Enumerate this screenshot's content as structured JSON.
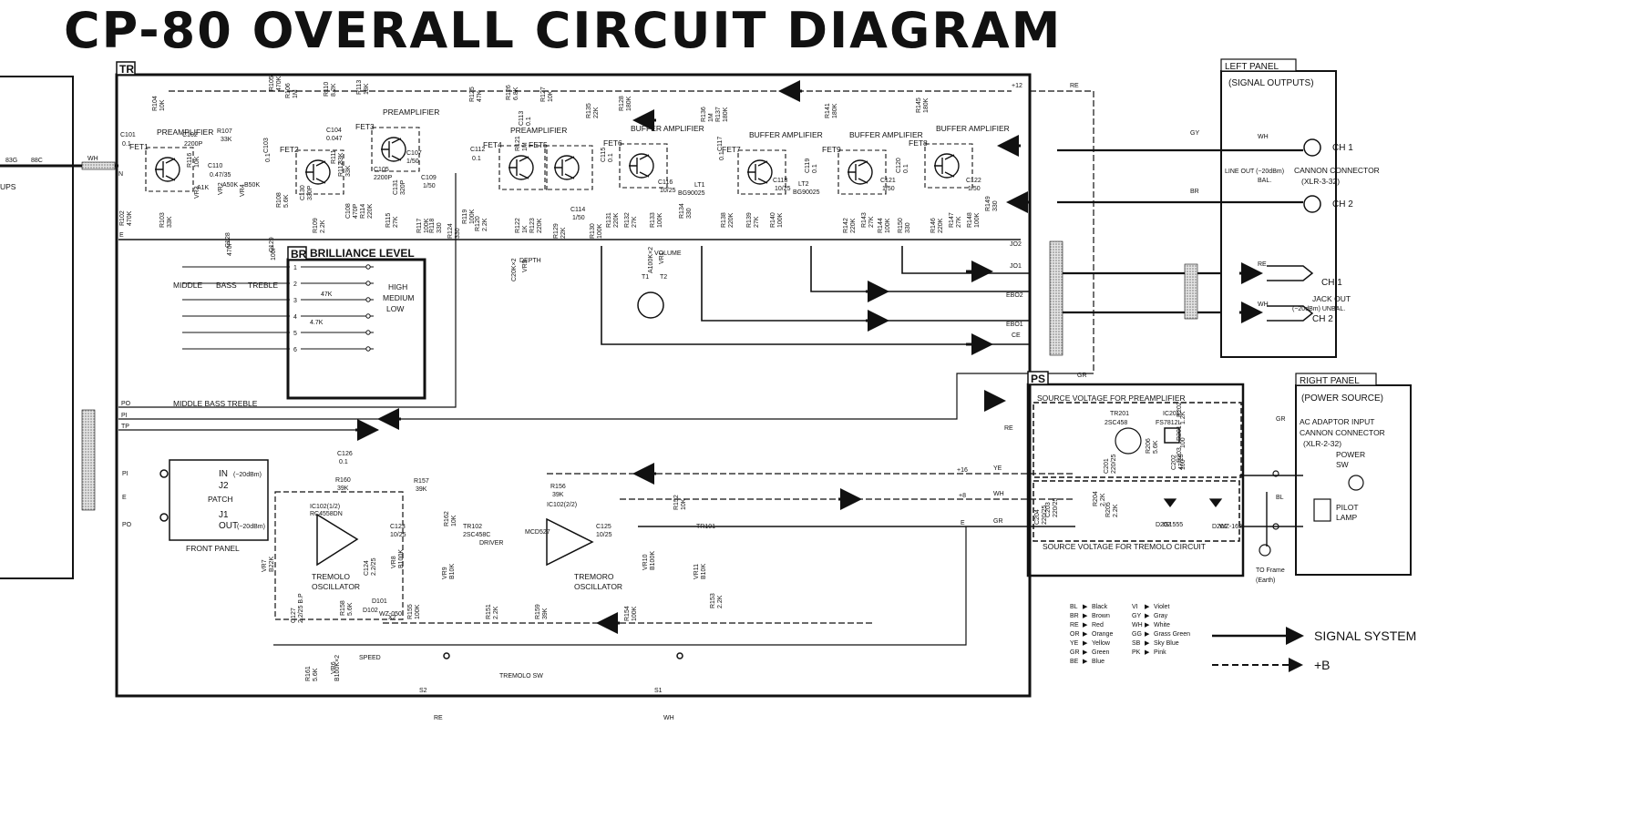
{
  "title": "CP-80 OVERALL CIRCUIT DIAGRAM",
  "blocks": {
    "tr": "TR",
    "ps": "PS",
    "br": "BR",
    "brilliance": "BRILLIANCE LEVEL",
    "left_panel": "LEFT PANEL",
    "signal_outputs": "(SIGNAL OUTPUTS)",
    "right_panel": "RIGHT PANEL",
    "power_source": "(POWER SOURCE)",
    "front_panel": "FRONT PANEL",
    "src_pre": "SOURCE VOLTAGE FOR PREAMPLIFIER",
    "src_trem": "SOURCE VOLTAGE FOR TREMOLO CIRCUIT"
  },
  "left_edge": {
    "ups": "UPS",
    "c83": "83G",
    "c88": "88C",
    "wh": "WH",
    "in": "IN",
    "e": "E"
  },
  "stages": [
    {
      "id": "fet1",
      "name": "PREAMPLIFIER",
      "device": "FET1"
    },
    {
      "id": "fet2",
      "name": "",
      "device": "FET2"
    },
    {
      "id": "fet3",
      "name": "PREAMPLIFIER",
      "device": "FET3"
    },
    {
      "id": "fet4",
      "name": "PREAMPLIFIER",
      "device": "FET4"
    },
    {
      "id": "fet5",
      "name": "",
      "device": "FET5"
    },
    {
      "id": "fet6",
      "name": "BUFFER AMPLIFIER",
      "device": "FET6"
    },
    {
      "id": "fet7",
      "name": "BUFFER AMPLIFIER",
      "device": "FET7"
    },
    {
      "id": "fet9",
      "name": "BUFFER AMPLIFIER",
      "device": "FET9"
    },
    {
      "id": "fet8",
      "name": "BUFFER AMPLIFIER",
      "device": "FET8"
    }
  ],
  "components": {
    "c101": "C101",
    "c101v": "0.1",
    "r104": "R104",
    "r104v": "10K",
    "c102": "C102",
    "c102v": "2200P",
    "r107": "R107",
    "r107v": "33K",
    "r105": "R105",
    "r105v": "470K",
    "r106": "R106",
    "r106v": "1M",
    "r110": "R110",
    "r110v": "8.2K",
    "r113": "R113",
    "r113v": "18K",
    "c103": "C103",
    "c103v": "0.1",
    "c104": "C104",
    "c104v": "0.047",
    "c105": "C105",
    "c105v": "2200P",
    "c107": "C107",
    "c107v": "1/50",
    "c109": "C109",
    "c109v": "1/50",
    "c110": "C110",
    "c110v": "0.47/35",
    "r102": "R102",
    "r102v": "470K",
    "r103": "R103",
    "r103v": "33K",
    "r116": "R116",
    "r116v": "10K",
    "r108": "R108",
    "r108v": "5.6K",
    "c130": "C130",
    "c130v": "330P",
    "r109": "R109",
    "r109v": "2.2K",
    "c108": "C108",
    "c108v": "470P",
    "r114": "R114",
    "r114v": "220K",
    "r115": "R115",
    "r115v": "27K",
    "r117": "R117",
    "r117v": "100K",
    "r118": "R118",
    "r118v": "330",
    "r111": "R111",
    "r111v": "33K",
    "r112": "R112",
    "r112v": "33K",
    "c131": "C131",
    "c131v": "320P",
    "c129": "C129",
    "c129v": "100P",
    "c128": "C128",
    "c128v": "470P",
    "vr2": "VR2",
    "vr3": "VR3",
    "vr4": "VR4",
    "a1k": "A1K",
    "a50k": "A50K",
    "b50k": "B50K",
    "r125": "R125",
    "r125v": "47K",
    "r126": "R126",
    "r126v": "6.8K",
    "r127": "R127",
    "r127v": "10K",
    "r135": "R135",
    "r135v": "22K",
    "r128": "R128",
    "r128v": "180K",
    "r136": "R136",
    "r136v": "1M",
    "r137": "R137",
    "r137v": "180K",
    "r141": "R141",
    "r141v": "180K",
    "r145": "R145",
    "r145v": "180K",
    "c112": "C112",
    "c112v": "0.1",
    "c113": "C113",
    "c113v": "0.1",
    "c115": "C115",
    "c115v": "0.1",
    "c117": "C117",
    "c117v": "0.1",
    "c119": "C119",
    "c119v": "0.1",
    "c120": "C120",
    "c120v": "0.1",
    "c114": "C114",
    "c114v": "1/50",
    "c116": "C116",
    "c116v": "10/25",
    "c118": "C118",
    "c118v": "10/25",
    "c121": "C121",
    "c121v": "1/50",
    "c122": "C122",
    "c122v": "1/50",
    "lt1": "LT1",
    "lt1v": "BG90025",
    "lt2": "LT2",
    "lt2v": "BG90025",
    "r119": "R119",
    "r119v": "100K",
    "r120": "R120",
    "r120v": "2.2K",
    "r121": "R121",
    "r121v": "1M",
    "r122": "R122",
    "r122v": "1K",
    "r123": "R123",
    "r123v": "220K",
    "r124": "R124",
    "r124v": "330",
    "r129": "R129",
    "r129v": "22K",
    "r130": "R130",
    "r130v": "100K",
    "r131": "R131",
    "r131v": "220K",
    "r132": "R132",
    "r132v": "27K",
    "r133": "R133",
    "r133v": "100K",
    "r134": "R134",
    "r134v": "330",
    "r138": "R138",
    "r138v": "220K",
    "r139": "R139",
    "r139v": "27K",
    "r140": "R140",
    "r140v": "100K",
    "r142": "R142",
    "r142v": "220K",
    "r143": "R143",
    "r143v": "27K",
    "r144": "R144",
    "r144v": "100K",
    "r146": "R146",
    "r146v": "220K",
    "r147": "R147",
    "r147v": "27K",
    "r148": "R148",
    "r148v": "100K",
    "r149": "R149",
    "r149v": "330",
    "r150": "R150",
    "r150v": "330",
    "depth": "DEPTH",
    "vr5": "VR5",
    "vr5v": "C20K×2",
    "volume": "VOLUME",
    "vr1": "VR1",
    "vr1v": "A100K×2",
    "t1": "T1",
    "t2": "T2",
    "ic102a": "IC102(1/2)",
    "ic102b": "IC102(2/2)",
    "ic_type": "RC4558DN",
    "tremolo_osc": "TREMOLO\nOSCILLATOR",
    "tremoro_osc": "TREMORO\nOSCILLATOR",
    "tr102": "TR102",
    "tr101": "TR101",
    "tr_type": "2SC458C",
    "driver": "DRIVER",
    "mcd527": "MCD527",
    "c126": "C126",
    "c126v": "0.1",
    "r160": "R160",
    "r160v": "39K",
    "r157": "R157",
    "r157v": "39K",
    "r156": "R156",
    "r156v": "39K",
    "c123": "C123",
    "c123v": "10/25",
    "c124": "C124",
    "c124v": "2.2/25",
    "c125": "C125",
    "c125v": "10/25",
    "c127": "C127",
    "c127v": "2.2/25 B.P",
    "vr7": "VR7",
    "vr7v": "B22K",
    "vr8": "VR8",
    "vr8v": "B100K",
    "vr9": "VR9",
    "vr9v": "B10K",
    "vr10": "VR10",
    "vr10v": "B100K",
    "vr11": "VR11",
    "vr11v": "B10K",
    "r158": "R158",
    "r158v": "5.6K",
    "r155": "R155",
    "r155v": "100K",
    "r162": "R162",
    "r162v": "10K",
    "r151": "R151",
    "r151v": "2.2K",
    "r159": "R159",
    "r159v": "39K",
    "r154": "R154",
    "r154v": "100K",
    "r152": "R152",
    "r152v": "10K",
    "r153": "R153",
    "r153v": "2.2K",
    "d101": "D101",
    "d102": "D102",
    "wz050": "WZ-050",
    "x2": "X2",
    "vr6": "VR6",
    "vr6v": "B100K×2",
    "speed": "SPEED",
    "r161": "R161",
    "r161v": "5.6K",
    "tremolo_sw": "TREMOLO SW",
    "tr201": "TR201",
    "tr201v": "2SC458",
    "ic201": "IC201",
    "ic201v": "FS7812L",
    "r202": "R202",
    "r202v": "1.2K",
    "r201": "R201",
    "r201v": "100",
    "r203": "R203",
    "r203v": "100",
    "r206": "R206",
    "r206v": "5.6K",
    "r205": "R205",
    "r205v": "2.2K",
    "r204": "R204",
    "r204v": "2.2K",
    "c201": "C201",
    "c201v": "220/25",
    "c202": "C202",
    "c202v": "47/25",
    "c203": "C203",
    "c203v": "220/25",
    "c204": "C204",
    "c204v": "220/25",
    "d202": "D202",
    "d202v": "IS1555",
    "d201": "D201",
    "d201v": "WZ-162"
  },
  "brilliance": {
    "middle": "MIDDLE",
    "bass": "BASS",
    "treble": "TREBLE",
    "high": "HIGH",
    "medium": "MEDIUM",
    "low": "LOW",
    "r47k": "47K",
    "r4_7k": "4.7K",
    "pins": [
      "1",
      "2",
      "3",
      "4",
      "5",
      "6"
    ]
  },
  "bus_labels": {
    "p0": "PO",
    "p1": "PI",
    "tp": "TP",
    "mbt": "MIDDLE BASS TREBLE",
    "plus12": "+12",
    "plus16": "+16",
    "plus8": "+8",
    "e": "E",
    "re": "RE",
    "wh": "WH",
    "gr": "GR",
    "ye": "YE",
    "gy": "GY",
    "br": "BR",
    "bl": "BL",
    "jo2": "JO2",
    "jo1": "JO1",
    "ebo2": "EBO2",
    "ebo1": "EBO1",
    "ce": "CE",
    "s1": "S1",
    "s2": "S2"
  },
  "front": {
    "in": "IN",
    "in_spec": "(−20dBm)",
    "j2": "J2",
    "patch": "PATCH",
    "j1": "J1",
    "out": "OUT",
    "out_spec": "(−20dBm)",
    "pi": "PI",
    "po": "PO",
    "e": "E"
  },
  "outputs": {
    "ch1": "CH 1",
    "ch2": "CH 2",
    "line_out": "LINE OUT (−20dBm)",
    "bal": "BAL.",
    "cannon": "CANNON CONNECTOR",
    "xlr332": "(XLR-3-32)",
    "jack_out": "JACK OUT",
    "unbal": "(−20dBm) UNBAL.",
    "jch1": "CH 1",
    "jch2": "CH 2"
  },
  "power": {
    "adaptor": "AC ADAPTOR INPUT",
    "cannon": "CANNON CONNECTOR",
    "xlr232": "(XLR-2-32)",
    "sw": "POWER\nSW",
    "lamp": "PILOT\nLAMP",
    "frame": "TO Frame\n(Earth)"
  },
  "color_codes": [
    {
      "code": "BL",
      "name": "Black"
    },
    {
      "code": "BR",
      "name": "Brown"
    },
    {
      "code": "RE",
      "name": "Red"
    },
    {
      "code": "OR",
      "name": "Orange"
    },
    {
      "code": "YE",
      "name": "Yellow"
    },
    {
      "code": "GR",
      "name": "Green"
    },
    {
      "code": "BE",
      "name": "Blue"
    },
    {
      "code": "VI",
      "name": "Violet"
    },
    {
      "code": "GY",
      "name": "Gray"
    },
    {
      "code": "WH",
      "name": "White"
    },
    {
      "code": "GG",
      "name": "Grass Green"
    },
    {
      "code": "SB",
      "name": "Sky Blue"
    },
    {
      "code": "PK",
      "name": "Pink"
    }
  ],
  "legend": {
    "signal": "SIGNAL SYSTEM",
    "plus_b": "+B"
  },
  "colors": {
    "ink": "#111111",
    "paper": "#ffffff",
    "shield": "#cfcfcf"
  }
}
